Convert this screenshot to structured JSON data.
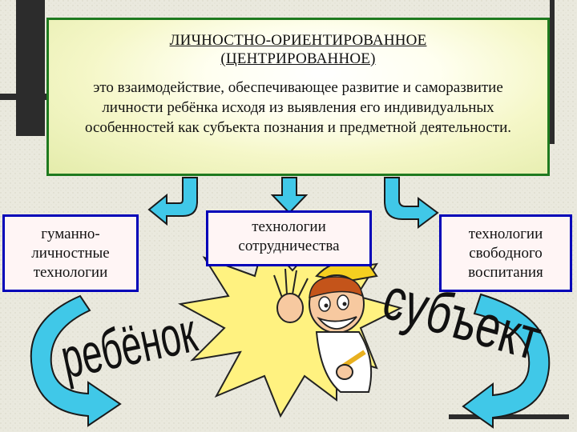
{
  "header": {
    "title_line1": "ЛИЧНОСТНО-ОРИЕНТИРОВАННОЕ",
    "title_line2": "(ЦЕНТРИРОВАННОЕ)",
    "definition": "это взаимодействие, обеспечивающее развитие и саморазвитие личности ребёнка исходя из выявления его индивидуальных особенностей как субъекта познания и предметной деятельности."
  },
  "technologies": {
    "left": "гуманно-личностные технологии",
    "center": "технологии сотрудничества",
    "right": "технологии свободного воспитания"
  },
  "words": {
    "left": "ребёнок",
    "right": "субъект"
  },
  "colors": {
    "title_border": "#1f7a1f",
    "tech_border": "#0000b8",
    "arrow_fill": "#40c8e8",
    "starburst": "#fff280"
  },
  "icons": {
    "arrows": "curved-down-arrow",
    "cartoon": "cartoon-boy-with-pencil"
  }
}
